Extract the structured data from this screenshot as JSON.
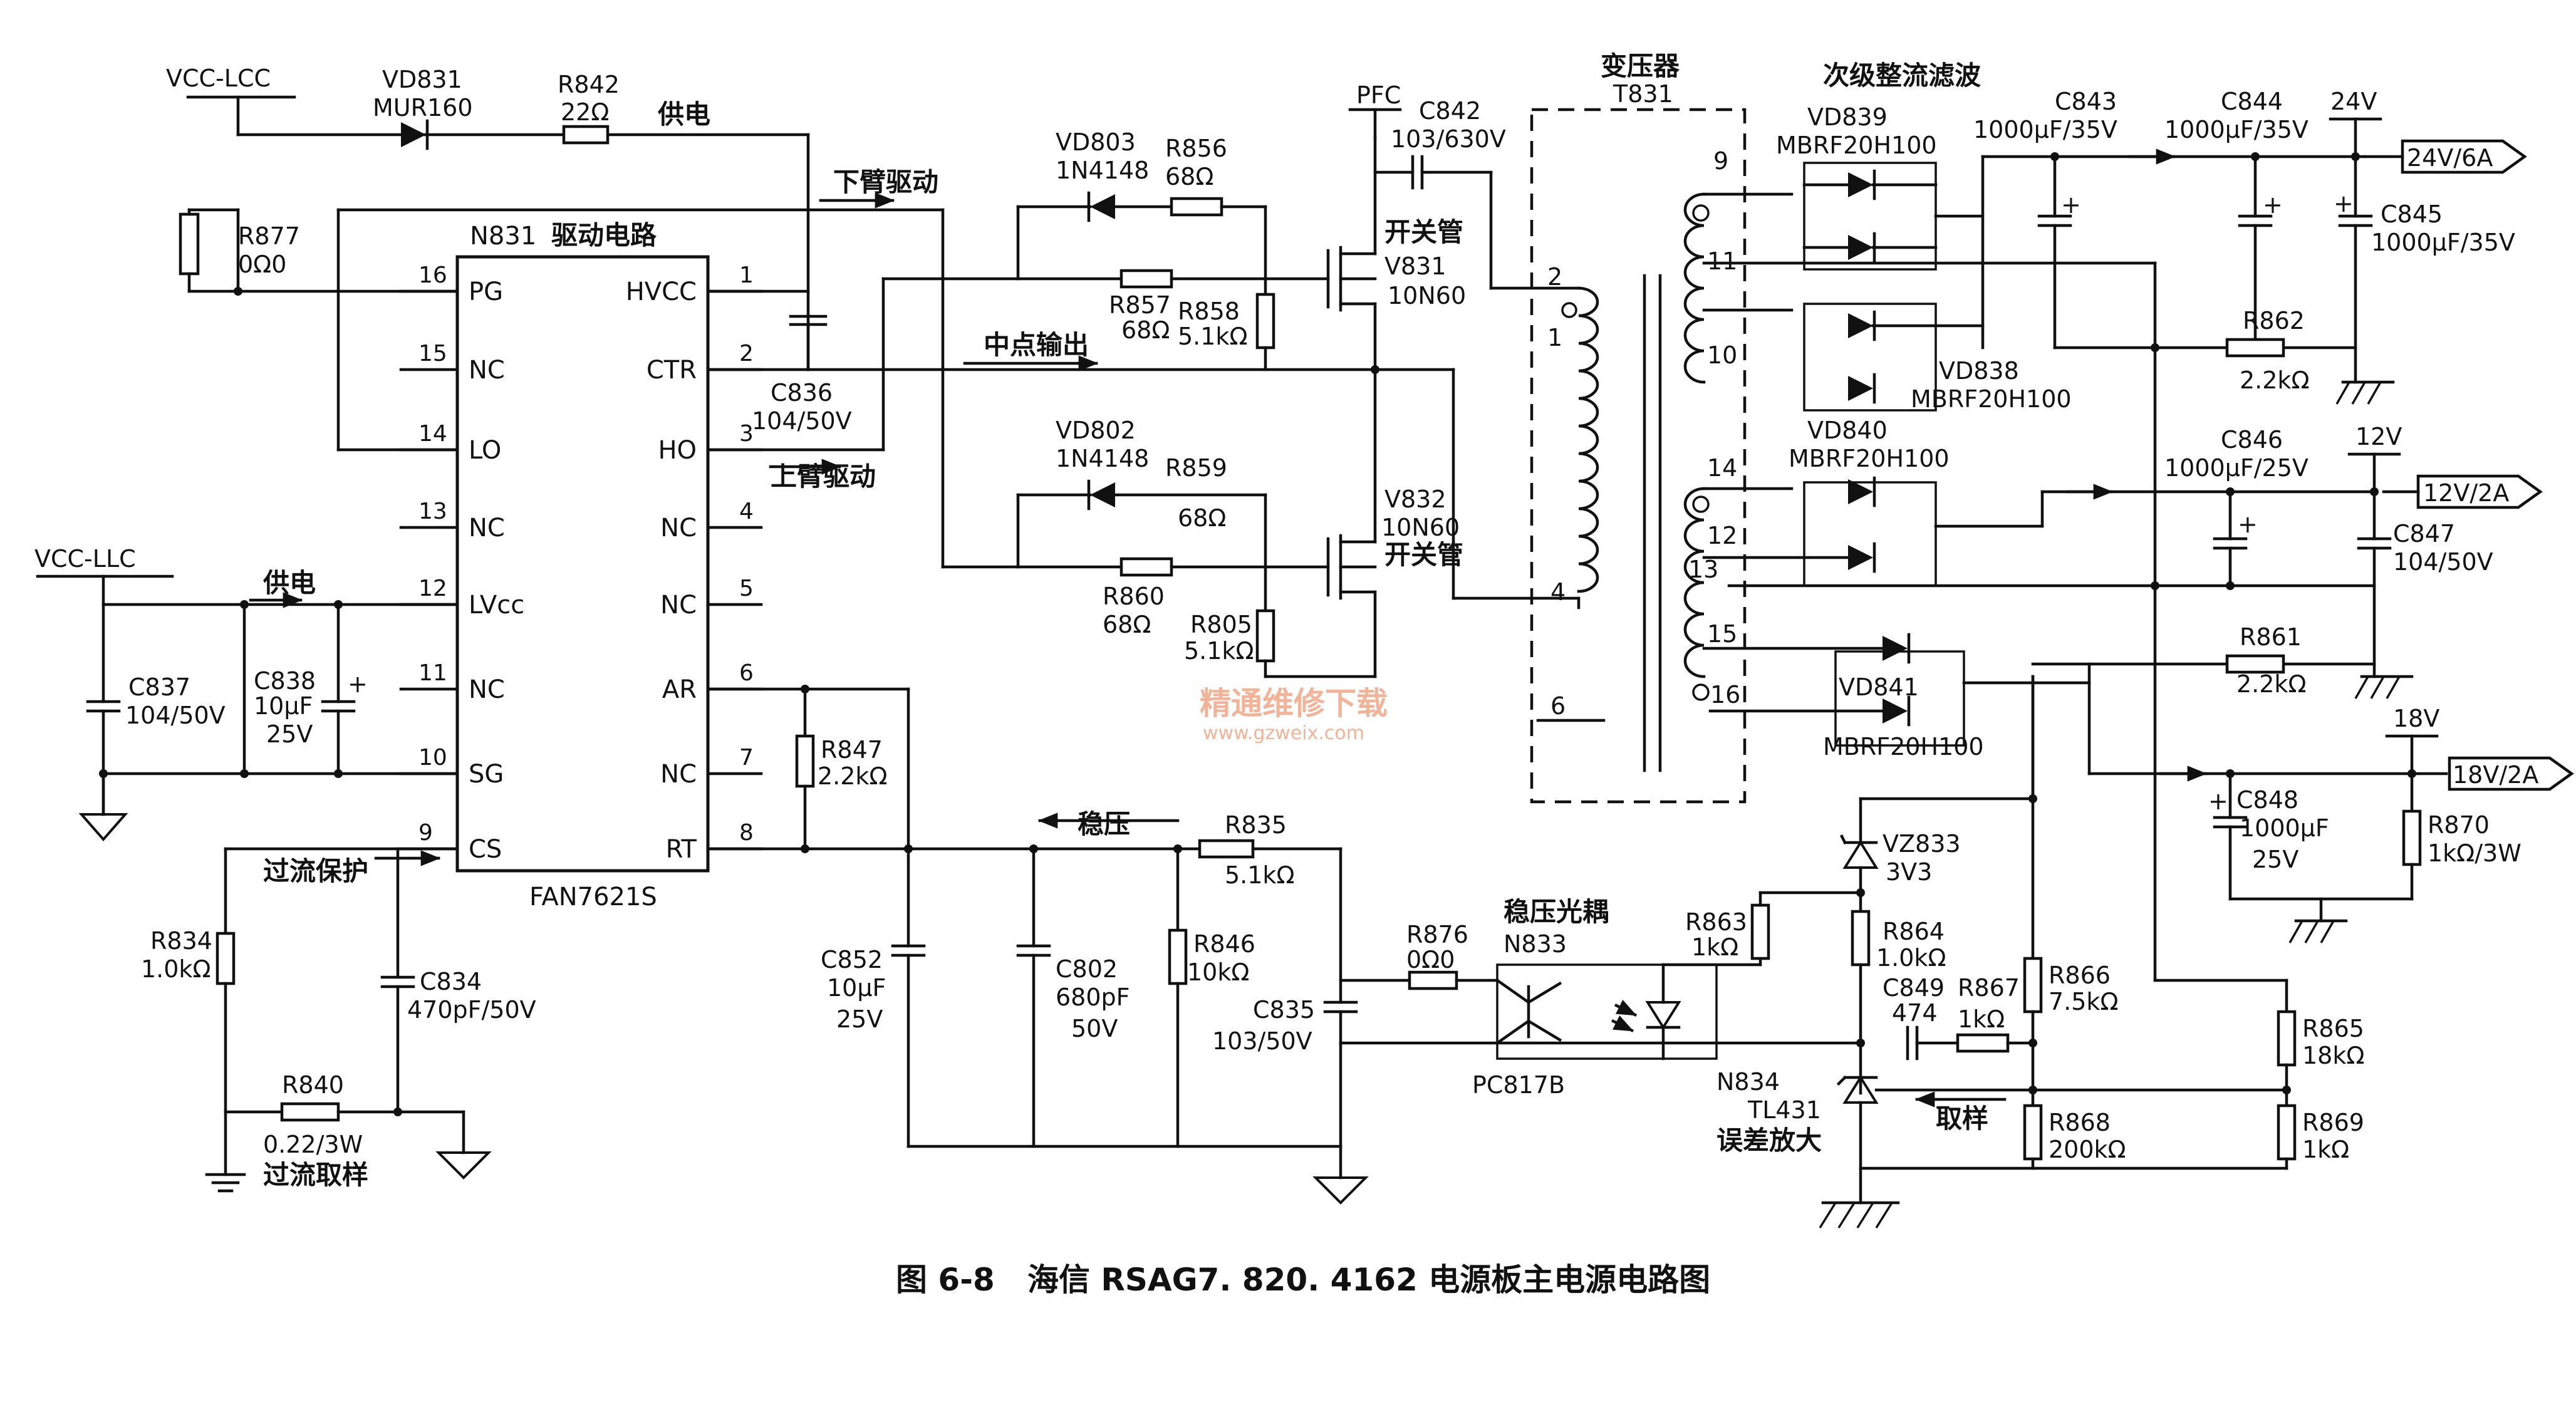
{
  "rails": {
    "vcc_lcc": "VCC-LCC",
    "vcc_llc": "VCC-LLC",
    "pfc": "PFC",
    "out24": "24V",
    "out12": "12V",
    "out18": "18V"
  },
  "signals": {
    "supply1": "供电",
    "supply2": "供电",
    "low_drive": "下臂驱动",
    "mid_out": "中点输出",
    "high_drive": "上臂驱动",
    "regulate": "稳压",
    "ocp": "过流保护",
    "ocp_sense": "过流取样",
    "sampling": "取样",
    "secondary": "次级整流滤波",
    "opto_label": "稳压光耦",
    "err_amp": "误差放大"
  },
  "ic": {
    "ref": "N831",
    "function": "驱动电路",
    "part": "FAN7621S",
    "left_pins": [
      {
        "num": "16",
        "name": "PG"
      },
      {
        "num": "15",
        "name": "NC"
      },
      {
        "num": "14",
        "name": "LO"
      },
      {
        "num": "13",
        "name": "NC"
      },
      {
        "num": "12",
        "name": "LVcc"
      },
      {
        "num": "11",
        "name": "NC"
      },
      {
        "num": "10",
        "name": "SG"
      },
      {
        "num": "9",
        "name": "CS"
      }
    ],
    "right_pins": [
      {
        "num": "1",
        "name": "HVCC"
      },
      {
        "num": "2",
        "name": "CTR"
      },
      {
        "num": "3",
        "name": "HO"
      },
      {
        "num": "4",
        "name": "NC"
      },
      {
        "num": "5",
        "name": "NC"
      },
      {
        "num": "6",
        "name": "AR"
      },
      {
        "num": "7",
        "name": "NC"
      },
      {
        "num": "8",
        "name": "RT"
      }
    ]
  },
  "components": {
    "vd831": {
      "ref": "VD831",
      "value": "MUR160"
    },
    "r842": {
      "ref": "R842",
      "value": "22Ω"
    },
    "r877": {
      "ref": "R877",
      "value": "0Ω0"
    },
    "vd803": {
      "ref": "VD803",
      "value": "1N4148"
    },
    "r856": {
      "ref": "R856",
      "value": "68Ω"
    },
    "r857": {
      "ref": "R857",
      "value": "68Ω"
    },
    "r858": {
      "ref": "R858",
      "value": "5.1kΩ"
    },
    "v831": {
      "ref": "V831",
      "value": "10N60",
      "role": "开关管"
    },
    "c842": {
      "ref": "C842",
      "value": "103/630V"
    },
    "c836": {
      "ref": "C836",
      "value": "104/50V"
    },
    "vd802": {
      "ref": "VD802",
      "value": "1N4148"
    },
    "r859": {
      "ref": "R859",
      "value": "68Ω"
    },
    "r860": {
      "ref": "R860",
      "value": "68Ω"
    },
    "r805": {
      "ref": "R805",
      "value": "5.1kΩ"
    },
    "v832": {
      "ref": "V832",
      "value": "10N60",
      "role": "开关管"
    },
    "c837": {
      "ref": "C837",
      "value": "104/50V"
    },
    "c838": {
      "ref": "C838",
      "value": "10μF",
      "value2": "25V"
    },
    "r847": {
      "ref": "R847",
      "value": "2.2kΩ"
    },
    "r835": {
      "ref": "R835",
      "value": "5.1kΩ"
    },
    "r834": {
      "ref": "R834",
      "value": "1.0kΩ"
    },
    "c834": {
      "ref": "C834",
      "value": "470pF/50V"
    },
    "r840": {
      "ref": "R840",
      "value": "0.22/3W"
    },
    "c852": {
      "ref": "C852",
      "value": "10μF",
      "value2": "25V"
    },
    "c802": {
      "ref": "C802",
      "value": "680pF",
      "value2": "50V"
    },
    "r846": {
      "ref": "R846",
      "value": "10kΩ"
    },
    "c835": {
      "ref": "C835",
      "value": "103/50V"
    },
    "r876": {
      "ref": "R876",
      "value": "0Ω0"
    },
    "n833": {
      "ref": "N833",
      "value": "PC817B"
    },
    "r863": {
      "ref": "R863",
      "value": "1kΩ"
    },
    "vz833": {
      "ref": "VZ833",
      "value": "3V3"
    },
    "r864": {
      "ref": "R864",
      "value": "1.0kΩ"
    },
    "c849": {
      "ref": "C849",
      "value": "474"
    },
    "r867": {
      "ref": "R867",
      "value": "1kΩ"
    },
    "n834": {
      "ref": "N834",
      "value": "TL431"
    },
    "r866": {
      "ref": "R866",
      "value": "7.5kΩ"
    },
    "r868": {
      "ref": "R868",
      "value": "200kΩ"
    },
    "r865": {
      "ref": "R865",
      "value": "18kΩ"
    },
    "r869": {
      "ref": "R869",
      "value": "1kΩ"
    },
    "t831": {
      "ref": "T831",
      "name": "变压器"
    },
    "vd839": {
      "ref": "VD839",
      "value": "MBRF20H100"
    },
    "vd838": {
      "ref": "VD838",
      "value": "MBRF20H100"
    },
    "vd840": {
      "ref": "VD840",
      "value": "MBRF20H100"
    },
    "vd841": {
      "ref": "VD841",
      "value": "MBRF20H100"
    },
    "c843": {
      "ref": "C843",
      "value": "1000μF/35V"
    },
    "c844": {
      "ref": "C844",
      "value": "1000μF/35V"
    },
    "c845": {
      "ref": "C845",
      "value": "1000μF/35V"
    },
    "r862": {
      "ref": "R862",
      "value": "2.2kΩ"
    },
    "c846": {
      "ref": "C846",
      "value": "1000μF/25V"
    },
    "c847": {
      "ref": "C847",
      "value": "104/50V"
    },
    "r861": {
      "ref": "R861",
      "value": "2.2kΩ"
    },
    "c848": {
      "ref": "C848",
      "value": "1000μF",
      "value2": "25V"
    },
    "r870": {
      "ref": "R870",
      "value": "1kΩ/3W"
    }
  },
  "transformer_pins": [
    "2",
    "1",
    "4",
    "6",
    "9",
    "11",
    "10",
    "14",
    "12",
    "13",
    "15",
    "16"
  ],
  "outputs": {
    "o24": "24V/6A",
    "o12": "12V/2A",
    "o18": "18V/2A"
  },
  "watermark": {
    "cn": "精通维修下载",
    "url": "www.gzweix.com"
  },
  "caption": {
    "fig": "图 6-8",
    "title": "海信 RSAG7. 820. 4162 电源板主电源电路图"
  }
}
